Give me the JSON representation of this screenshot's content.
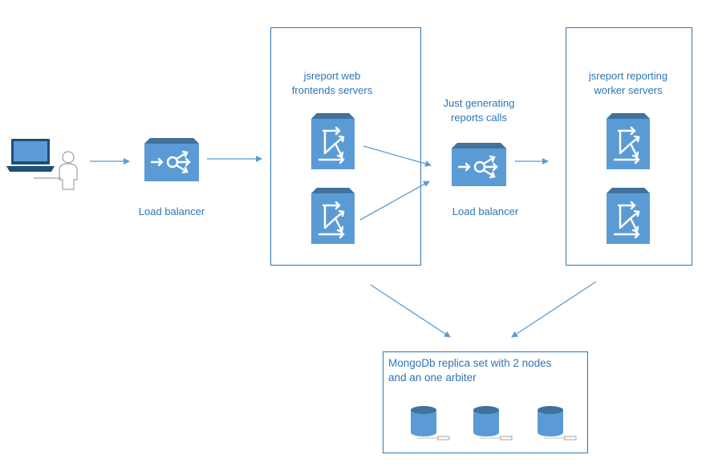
{
  "labels": {
    "load_balancer_1": "Load balancer",
    "load_balancer_2": "Load balancer",
    "frontends": "jsreport web\nfrontends servers",
    "generating": "Just generating\nreports calls",
    "workers": "jsreport reporting\nworker servers",
    "mongo": "MongoDb replica set with 2 nodes\nand an one arbiter"
  },
  "colors": {
    "accent": "#2e75b6",
    "icon_fill": "#5b9bd5",
    "icon_dark": "#41719c",
    "laptop": "#1f4e79"
  }
}
